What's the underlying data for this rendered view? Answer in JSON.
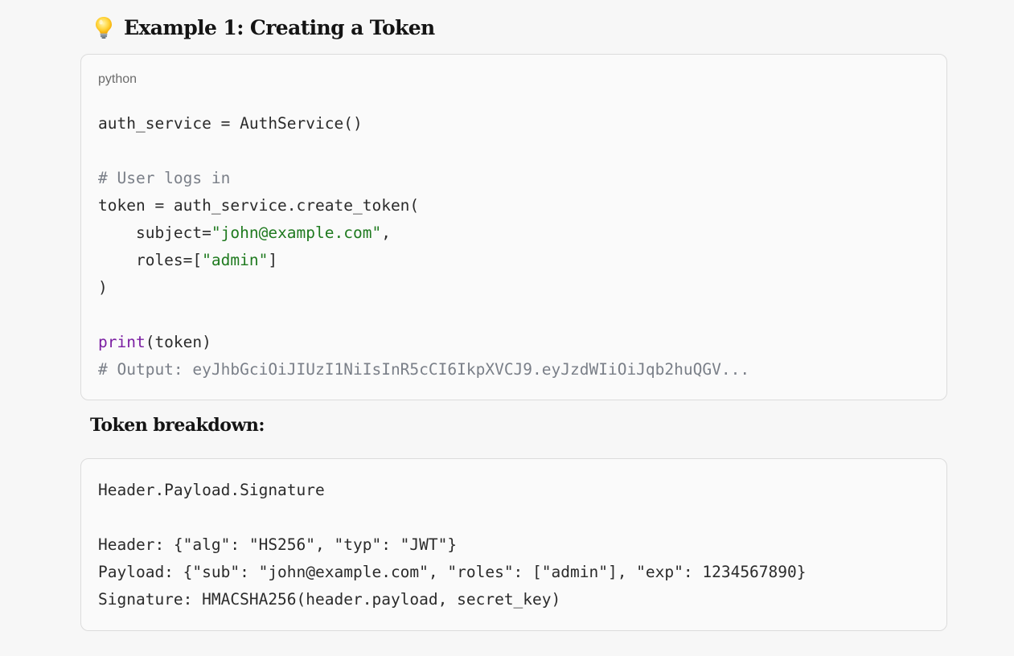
{
  "section": {
    "icon": "lightbulb-icon",
    "title": "Example 1: Creating a Token"
  },
  "code_block_1": {
    "language": "python",
    "lines": {
      "l1": "auth_service = AuthService()",
      "l3": "# User logs in",
      "l4": "token = auth_service.create_token(",
      "l5_key": "    subject=",
      "l5_str": "\"john@example.com\"",
      "l5_end": ",",
      "l6_key": "    roles=[",
      "l6_str": "\"admin\"",
      "l6_end": "]",
      "l7": ")",
      "l9_fn": "print",
      "l9_rest": "(token)",
      "l10": "# Output: eyJhbGciOiJIUzI1NiIsInR5cCI6IkpXVCJ9.eyJzdWIiOiJqb2huQGV..."
    }
  },
  "breakdown": {
    "title": "Token breakdown:"
  },
  "code_block_2": {
    "lines": {
      "l1": "Header.Payload.Signature",
      "l3": "Header: {\"alg\": \"HS256\", \"typ\": \"JWT\"}",
      "l4": "Payload: {\"sub\": \"john@example.com\", \"roles\": [\"admin\"], \"exp\": 1234567890}",
      "l5": "Signature: HMACSHA256(header.payload, secret_key)"
    }
  },
  "colors": {
    "comment": "#7a7f88",
    "string": "#1f7a1f",
    "builtin": "#7b1fa2",
    "box_border": "#dcdcdc"
  }
}
